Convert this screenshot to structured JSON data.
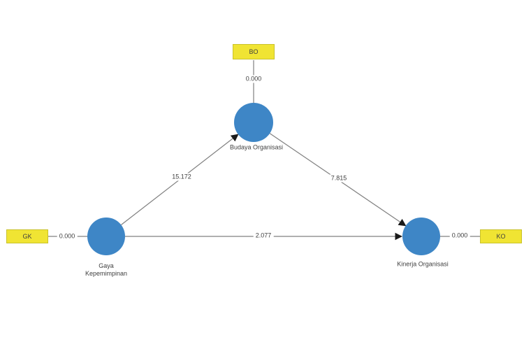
{
  "diagram": {
    "tool_style": "PLS-SEM path model (bootstrapping view)",
    "background_color": "#ffffff",
    "colors": {
      "indicator_fill": "#f0e433",
      "indicator_border": "#c9c22b",
      "construct_fill": "#3e86c6",
      "line": "#808080",
      "arrow": "#1a1a1a",
      "text": "#3f3f3f"
    },
    "constructs": [
      {
        "id": "budaya",
        "label": "Budaya Organisasi"
      },
      {
        "id": "gaya",
        "label": "Gaya Kepemimpinan"
      },
      {
        "id": "kinerja",
        "label": "Kinerja Organisasi"
      }
    ],
    "indicators": [
      {
        "id": "BO",
        "label": "BO",
        "construct": "Budaya Organisasi",
        "value": "0.000"
      },
      {
        "id": "GK",
        "label": "GK",
        "construct": "Gaya Kepemimpinan",
        "value": "0.000"
      },
      {
        "id": "KO",
        "label": "KO",
        "construct": "Kinerja Organisasi",
        "value": "0.000"
      }
    ],
    "paths": [
      {
        "from": "Gaya Kepemimpinan",
        "to": "Budaya Organisasi",
        "value": "15.172"
      },
      {
        "from": "Budaya Organisasi",
        "to": "Kinerja Organisasi",
        "value": "7.815"
      },
      {
        "from": "Gaya Kepemimpinan",
        "to": "Kinerja Organisasi",
        "value": "2.077"
      }
    ]
  }
}
